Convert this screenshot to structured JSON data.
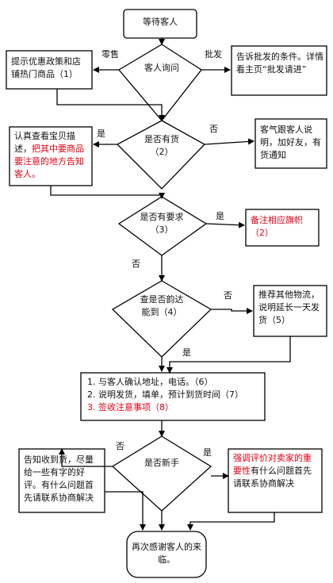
{
  "start": "等待客人",
  "decision_inquiry": "客人询问",
  "label_retail": "零售",
  "label_wholesale": "批发",
  "retail_box": "提示优惠政策和店铺热门商品（1）",
  "wholesale_box": "告诉批发的条件。详情看主页“批发请进”",
  "decision_stock": "是否有货（2）",
  "label_stock_yes": "是",
  "label_stock_no": "否",
  "desc_box_black": "认真查看宝贝描述，",
  "desc_box_red": "把其中要商品要注意的地方告知客人。",
  "nostock_box": "客气跟客人说明，加好友，有货通知",
  "decision_request": "是否有要求（3）",
  "label_request_yes": "是",
  "label_request_no": "否",
  "flag_box": "备注相应旗帜（2）",
  "decision_yunda": "查是否韵达能到（4）",
  "label_yunda_no": "否",
  "label_yunda_yes": "是",
  "other_courier_box": "推荐其他物流，说明延长一天发货（5）",
  "steps": [
    {
      "num": "1.",
      "text": "与客人确认地址，电话。（6）",
      "color": "#111111"
    },
    {
      "num": "2.",
      "text": "说明发货，填单，预计到货时间（7）",
      "color": "#111111"
    },
    {
      "num": "3.",
      "text": "签收注意事项（8）",
      "color": "#e60012"
    }
  ],
  "decision_newbie": "是否新手",
  "label_newbie_no": "否",
  "label_newbie_yes": "是",
  "review_box": "告知收到货，尽量给一些有字的好评。有什么问题首先请联系协商解决",
  "newbie_box_red": "强调评价对卖家的重要性",
  "newbie_box_black": "有什么问题首先请联系协商解决",
  "end_box": "再次感谢客人的来临。",
  "colors": {
    "accent_red": "#e60012",
    "line": "#000000"
  }
}
